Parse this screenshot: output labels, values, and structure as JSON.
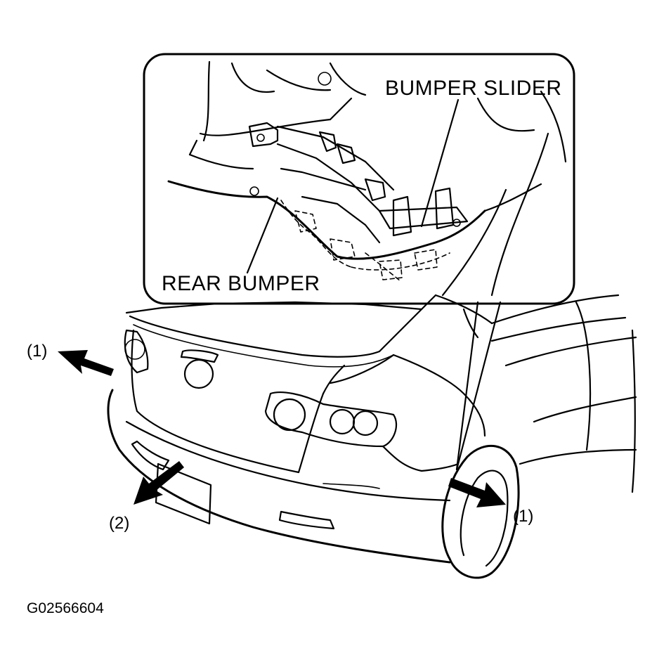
{
  "figure": {
    "callouts": {
      "bumper_slider": "BUMPER SLIDER",
      "rear_bumper": "REAR BUMPER"
    },
    "steps": {
      "left_arrow": "(1)",
      "bottom_arrow": "(2)",
      "right_arrow": "(1)"
    },
    "figure_code": "G02566604"
  }
}
